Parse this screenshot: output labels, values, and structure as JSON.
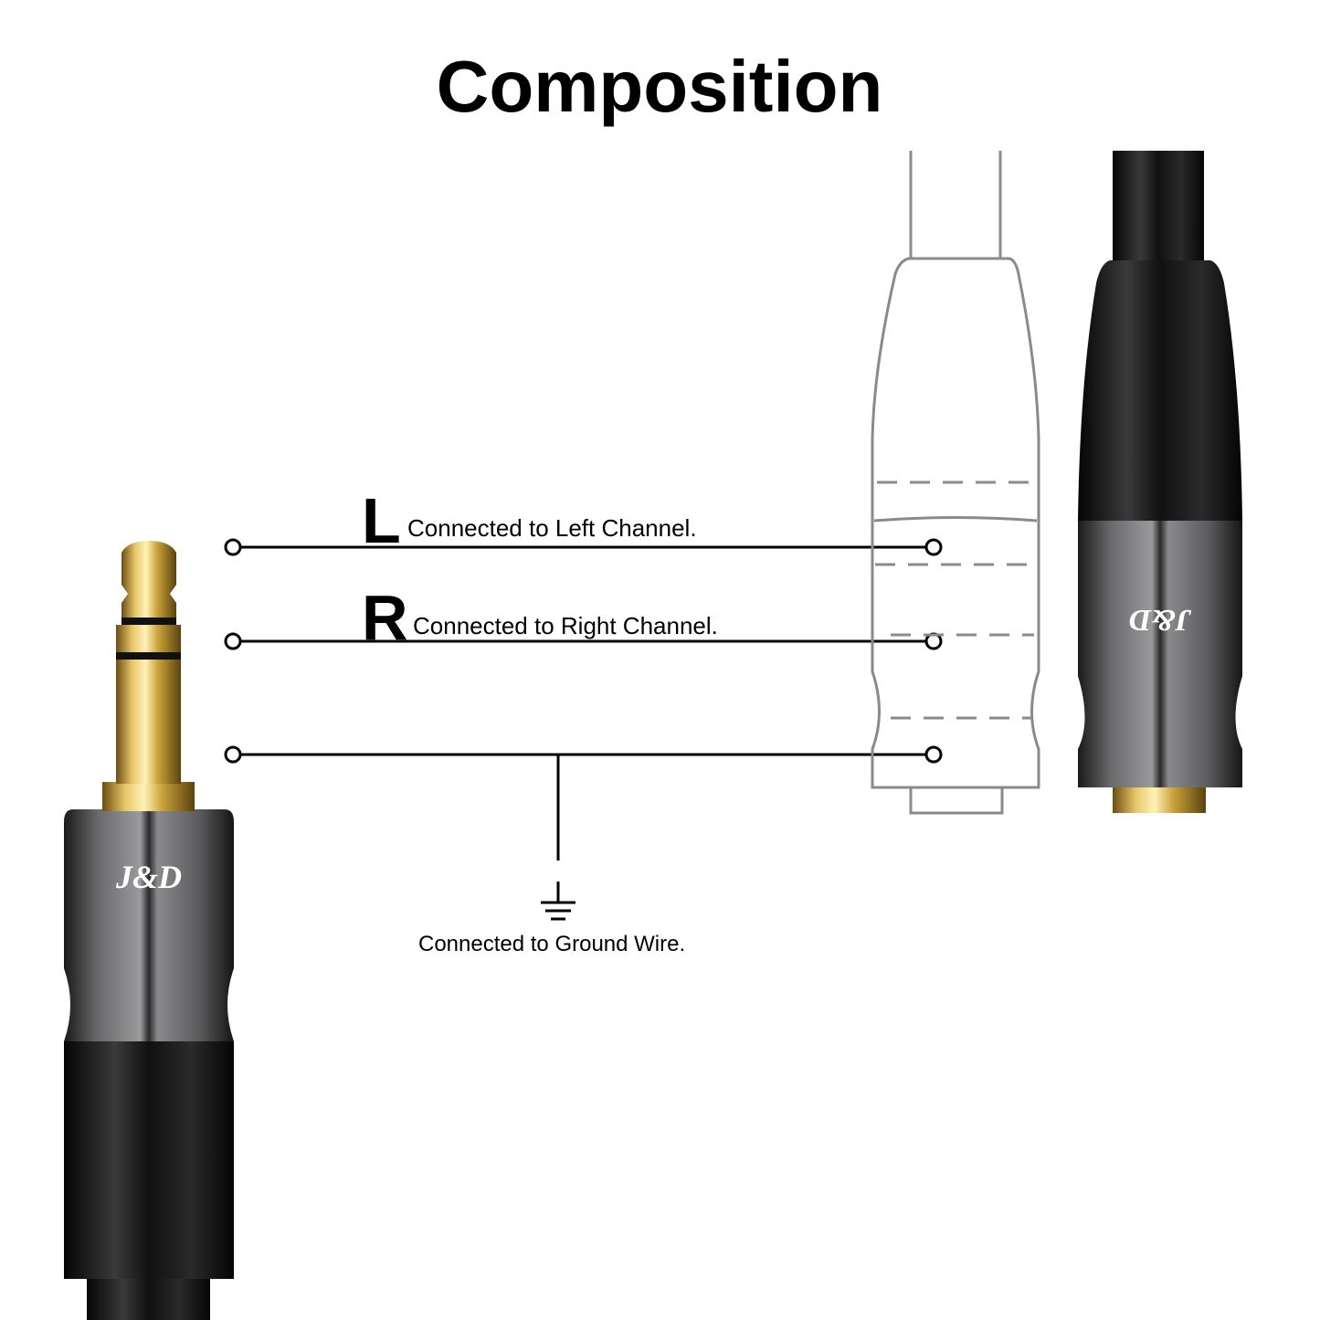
{
  "title": "Composition",
  "labels": {
    "left": {
      "letter": "L",
      "text": "Connected to Left Channel."
    },
    "right": {
      "letter": "R",
      "text": "Connected to Right Channel."
    },
    "ground": {
      "text": "Connected to Ground Wire."
    }
  },
  "brand": "J&D",
  "colors": {
    "gold": "#c9a23a",
    "gunmetal": "#5a5a5c",
    "black": "#111111",
    "outline": "#8a8a8a"
  }
}
